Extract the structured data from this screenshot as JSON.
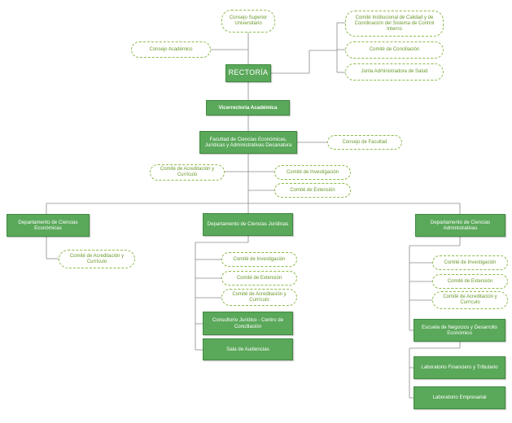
{
  "rectoria": "RECTORÍA",
  "vicerrectoria": "Vicerrectoría Académica",
  "facultad": "Facultad de Ciencias Económicas, Jurídicas y Administrativas Decanatura",
  "consejo_superior": "Consejo Superior Universitario",
  "consejo_academico": "Consejo Académico",
  "comite_calidad": "Comité Institucional de Calidad y de Coordinación del Sistema de Control Interno",
  "comite_conciliacion": "Comité de Conciliación",
  "junta_salud": "Junta Administradora de Salud",
  "consejo_facultad": "Consejo de Facultad",
  "fac_comite_acreditacion": "Comité de Acreditación y Currículo",
  "fac_comite_investigacion": "Comité de Investigación",
  "fac_comite_extension": "Comité de Extensión",
  "dep_economicas": "Departamento de Ciencias Económicas",
  "dep_juridicas": "Departamento de Ciencias Jurídicas",
  "dep_administrativas": "Departamento de Ciencias Administrativas",
  "eco_comite_acreditacion": "Comité de Acreditación y Currículo",
  "jur_comite_investigacion": "Comité de Investigación",
  "jur_comite_extension": "Comité de Extensión",
  "jur_comite_acreditacion": "Comité de Acreditación y Currículo",
  "consultorio": "Consultorio Jurídico - Centro de Conciliación",
  "sala_audiencias": "Sala de Audiencias",
  "adm_comite_investigacion": "Comité de Investigación",
  "adm_comite_extension": "Comité de Extensión",
  "adm_comite_acreditacion": "Comité de Acreditación y Currículo",
  "escuela_negocios": "Escuela de Negocios y Desarrollo Económico",
  "lab_financiero": "Laboratorio Financiero y Tributario",
  "lab_empresarial": "Laboratorio Empresarial"
}
